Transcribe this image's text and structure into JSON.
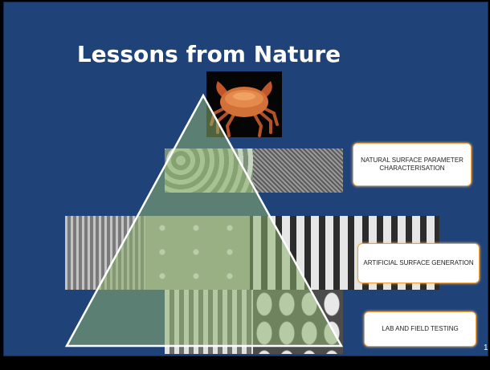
{
  "slide": {
    "title": "Lessons from Nature",
    "page_number": "1"
  },
  "labels": {
    "natural": "NATURAL SURFACE PARAMETER CHARACTERISATION",
    "artificial": "ARTIFICIAL SURFACE GENERATION",
    "testing": "LAB AND FIELD TESTING"
  },
  "colors": {
    "background": "#1f4378",
    "pyramid_fill": "#8db06e",
    "label_border": "#f2a23a"
  },
  "images": {
    "top": "crab-photo",
    "tier1": [
      "scale-texture-micrograph",
      "microstructure-micrograph"
    ],
    "tier2": [
      "ridge-texture-micrograph",
      "spike-array-micrograph",
      "pillar-array-micrograph"
    ],
    "tier3": [
      "pillar-row-micrograph",
      "scale-plates-micrograph"
    ]
  }
}
